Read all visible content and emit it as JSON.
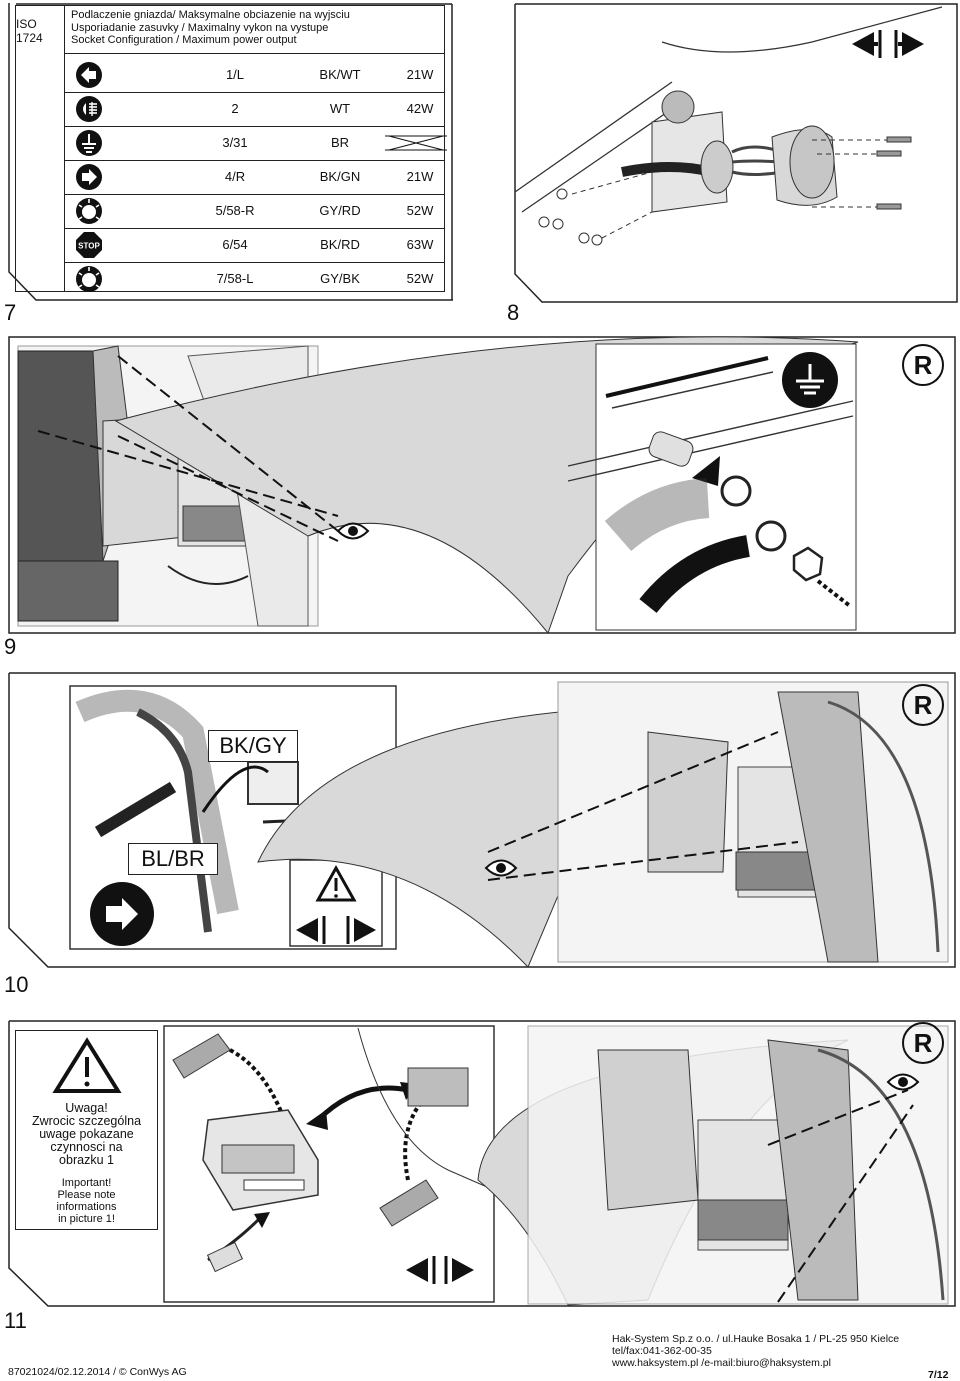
{
  "socket_table": {
    "iso": "ISO 1724",
    "header_lines": [
      "Podlaczenie gniazda/ Maksymalne obciazenie na wyjsciu",
      "Usporiadanie zasuvky / Maximalny vykon na vystupe",
      "Socket Configuration / Maximum power output"
    ],
    "rows": [
      {
        "icon": "left-turn-arrow-icon",
        "pin": "1/L",
        "color": "BK/WT",
        "power": "21W"
      },
      {
        "icon": "fog-light-icon",
        "pin": "2",
        "color": "WT",
        "power": "42W"
      },
      {
        "icon": "ground-icon",
        "pin": "3/31",
        "color": "BR",
        "power": ""
      },
      {
        "icon": "right-turn-arrow-icon",
        "pin": "4/R",
        "color": "BK/GN",
        "power": "21W"
      },
      {
        "icon": "tail-light-icon",
        "pin": "5/58-R",
        "color": "GY/RD",
        "power": "52W"
      },
      {
        "icon": "stop-icon",
        "pin": "6/54",
        "color": "BK/RD",
        "power": "63W",
        "icon_text": "STOP"
      },
      {
        "icon": "tail-light-icon",
        "pin": "7/58-L",
        "color": "GY/BK",
        "power": "52W"
      }
    ]
  },
  "steps": {
    "s7": "7",
    "s8": "8",
    "s9": "9",
    "s10": "10",
    "s11": "11"
  },
  "registered_mark": "R",
  "step10": {
    "label_top": "BK/GY",
    "label_bottom": "BL/BR"
  },
  "warning": {
    "lines_pl": [
      "Uwaga!",
      "Zwrocic szczególna",
      "uwage pokazane",
      "czynnosci na",
      "obrazku 1"
    ],
    "lines_en": [
      "Important!",
      "Please note",
      "informations",
      "in picture 1!"
    ]
  },
  "footer": {
    "doc_id": "87021024/02.12.2014 / © ConWys AG",
    "company_lines": [
      "Hak-System Sp.z o.o. / ul.Hauke Bosaka 1 / PL-25 950 Kielce",
      "tel/fax:041-362-00-35",
      "www.haksystem.pl /e-mail:biuro@haksystem.pl"
    ],
    "page": "7/12"
  }
}
